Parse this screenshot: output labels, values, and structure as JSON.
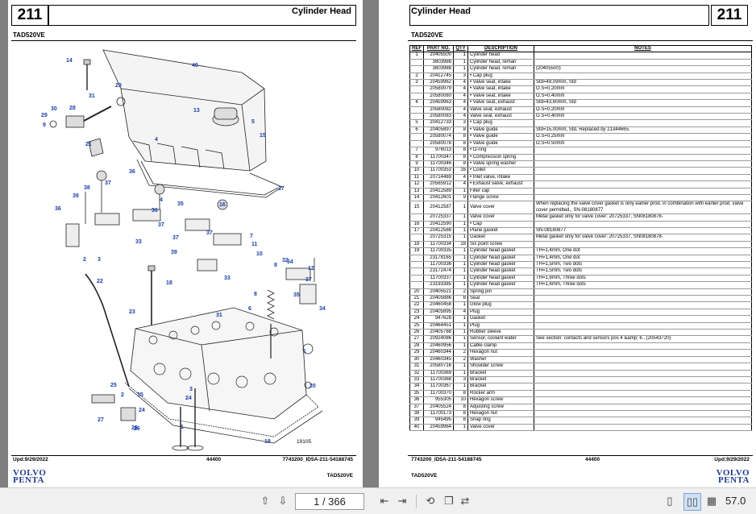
{
  "left_page": {
    "page_number": "211",
    "title": "Cylinder Head",
    "model": "TAD520VE",
    "footer": {
      "updated": "Upd:9/29/2022",
      "code": "44400",
      "doc": "7743200_ID5A-211-54188745",
      "model": "TAD520VE"
    },
    "figure_ref": "19105",
    "callouts": [
      "14",
      "40",
      "29",
      "31",
      "30",
      "28",
      "29",
      "13",
      "9",
      "5",
      "15",
      "4",
      "21",
      "36",
      "37",
      "38",
      "39",
      "36",
      "17",
      "2",
      "3",
      "1",
      "4",
      "35",
      "16",
      "36",
      "37",
      "37",
      "7",
      "11",
      "10",
      "8",
      "12",
      "32",
      "33",
      "26",
      "2",
      "3",
      "35",
      "22",
      "39",
      "23",
      "18",
      "34",
      "37",
      "33",
      "34",
      "35",
      "37",
      "8",
      "6",
      "31",
      "24",
      "20",
      "25",
      "1",
      "27",
      "24",
      "26",
      "19"
    ],
    "brand": {
      "line1": "VOLVO",
      "line2": "PENTA"
    }
  },
  "right_page": {
    "page_number": "211",
    "title": "Cylinder Head",
    "model": "TAD520VE",
    "footer": {
      "doc": "7743200_ID5A-211-54188745",
      "code": "44400",
      "updated": "Upd:9/29/2022",
      "model": "TAD520VE"
    },
    "brand": {
      "line1": "VOLVO",
      "line2": "PENTA"
    },
    "table": {
      "headers": [
        "REF",
        "PART NO.",
        "QTY",
        "DESCRIPTION",
        "NOTES"
      ],
      "rows": [
        [
          "1",
          "20405500",
          "1",
          "Cylinder head",
          ""
        ],
        [
          "",
          "3803988",
          "1",
          "Cylinder head, reman",
          ""
        ],
        [
          "",
          "3803988",
          "1",
          "Cylinder head, reman",
          "(20405500)"
        ],
        [
          "2",
          "20412745",
          "3",
          "• Cap plug",
          ""
        ],
        [
          "3",
          "20459962",
          "4",
          "• Valve seat, intake",
          "Std=49,09mm, Std"
        ],
        [
          "",
          "20580079",
          "4",
          "• Valve seat, intake",
          "O.S=0,20mm"
        ],
        [
          "",
          "20580080",
          "4",
          "• Valve seat, intake",
          "O.S=0,40mm"
        ],
        [
          "4",
          "20459963",
          "4",
          "• Valve seat, exhaust",
          "Std=43,60mm, Std"
        ],
        [
          "",
          "20580082",
          "4",
          "Valve seat, exhaust",
          "O.S=0,20mm"
        ],
        [
          "",
          "20580083",
          "4",
          "Valve seat, exhaust",
          "O.S=0,40mm"
        ],
        [
          "5",
          "20412733",
          "3",
          "• Cap plug",
          ""
        ],
        [
          "6",
          "20405897",
          "8",
          "• Valve guide",
          "Std=15,00mm, Std, Replaced by 21344665."
        ],
        [
          "",
          "20580074",
          "8",
          "• Valve guide",
          "O.S=0,25mm"
        ],
        [
          "",
          "20580078",
          "8",
          "• Valve guide",
          "O.S=0.50mm"
        ],
        [
          "7",
          "976013",
          "8",
          "• O-ring",
          ""
        ],
        [
          "8",
          "11700347",
          "8",
          "• Compression spring",
          ""
        ],
        [
          "9",
          "11700346",
          "8",
          "• Valve spring washer",
          ""
        ],
        [
          "10",
          "11700353",
          "16",
          "• Collet",
          ""
        ],
        [
          "11",
          "20714469",
          "4",
          "• Inlet valve, intake",
          ""
        ],
        [
          "12",
          "20565912",
          "4",
          "• Exhaust valve, exhaust",
          ""
        ],
        [
          "13",
          "20412589",
          "1",
          "Filler cap",
          ""
        ],
        [
          "14",
          "20412601",
          "9",
          "Flange screw",
          ""
        ],
        [
          "15",
          "20412587",
          "1",
          "Valve cover",
          "When replacing the valve cover gasket is only earlier prod. in combination with earlier prod. valve cover permitted., SN-08180877"
        ],
        [
          "",
          "20725337",
          "1",
          "Valve cover",
          "Metal gasket only for valve cover: 20725337, SN08180878-"
        ],
        [
          "16",
          "20412590",
          "1",
          "• Cap",
          ""
        ],
        [
          "17",
          "20412588",
          "1",
          "Plane gasket",
          "SN-08180877"
        ],
        [
          "",
          "20725315",
          "1",
          "Gasket",
          "Metal gasket only for valve cover: 20725337, SN08180878-"
        ],
        [
          "18",
          "11700334",
          "18",
          "Six point screw",
          ""
        ],
        [
          "19",
          "11700335",
          "1",
          "Cylinder head gasket",
          "TH=1,4mm, One dot"
        ],
        [
          "",
          "23178165",
          "1",
          "Cylinder head gasket",
          "TH=1,4mm, One dot"
        ],
        [
          "",
          "11700336",
          "1",
          "Cylinder head gasket",
          "TH=1,5mm, Two dots"
        ],
        [
          "",
          "23172474",
          "1",
          "Cylinder head gasket",
          "TH=1,5mm, Two dots"
        ],
        [
          "",
          "11700337",
          "1",
          "Cylinder head gasket",
          "TH=1,6mm, Three dots"
        ],
        [
          "",
          "23193385",
          "1",
          "Cylinder head gasket",
          "TH=1,6mm, Three dots"
        ],
        [
          "20",
          "20405521",
          "2",
          "Spring pin",
          ""
        ],
        [
          "21",
          "20405886",
          "6",
          "Seal",
          ""
        ],
        [
          "22",
          "20460458",
          "1",
          "Glow plug",
          ""
        ],
        [
          "23",
          "20405895",
          "4",
          "Plug",
          ""
        ],
        [
          "24",
          "947628",
          "1",
          "Gasket",
          ""
        ],
        [
          "25",
          "20464451",
          "1",
          "Plug",
          ""
        ],
        [
          "26",
          "20405788",
          "1",
          "Rubber sleeve",
          ""
        ],
        [
          "27",
          "20924086",
          "1",
          "Sensor, coolant water",
          "See section: contacts and sensors pos 4 &amp; 6., (20543720)"
        ],
        [
          "28",
          "20460956",
          "1",
          "Cable clamp",
          ""
        ],
        [
          "29",
          "20460344",
          "2",
          "Hexagon nut",
          ""
        ],
        [
          "30",
          "20460345",
          "2",
          "Washer",
          ""
        ],
        [
          "31",
          "20580716",
          "1",
          "Shoulder screw",
          ""
        ],
        [
          "32",
          "11700369",
          "1",
          "Bracket",
          ""
        ],
        [
          "33",
          "11700368",
          "3",
          "Bracket",
          ""
        ],
        [
          "34",
          "11700367",
          "1",
          "Bracket",
          ""
        ],
        [
          "35",
          "11700370",
          "8",
          "Rocker arm",
          ""
        ],
        [
          "36",
          "955305",
          "10",
          "Hexagon screw",
          ""
        ],
        [
          "37",
          "20405524",
          "8",
          "Adjusting screw",
          ""
        ],
        [
          "38",
          "11700173",
          "8",
          "Hexagon nut",
          ""
        ],
        [
          "39",
          "945495",
          "8",
          "Snap ring",
          ""
        ],
        [
          "40",
          "20459964",
          "1",
          "Valve cover",
          ""
        ]
      ]
    }
  },
  "toolbar": {
    "page_display": "1 / 366",
    "zoom": "57.0"
  },
  "colors": {
    "background": "#7f7f7f",
    "callout": "#1a3fa8",
    "brand": "#1f3f8f"
  }
}
